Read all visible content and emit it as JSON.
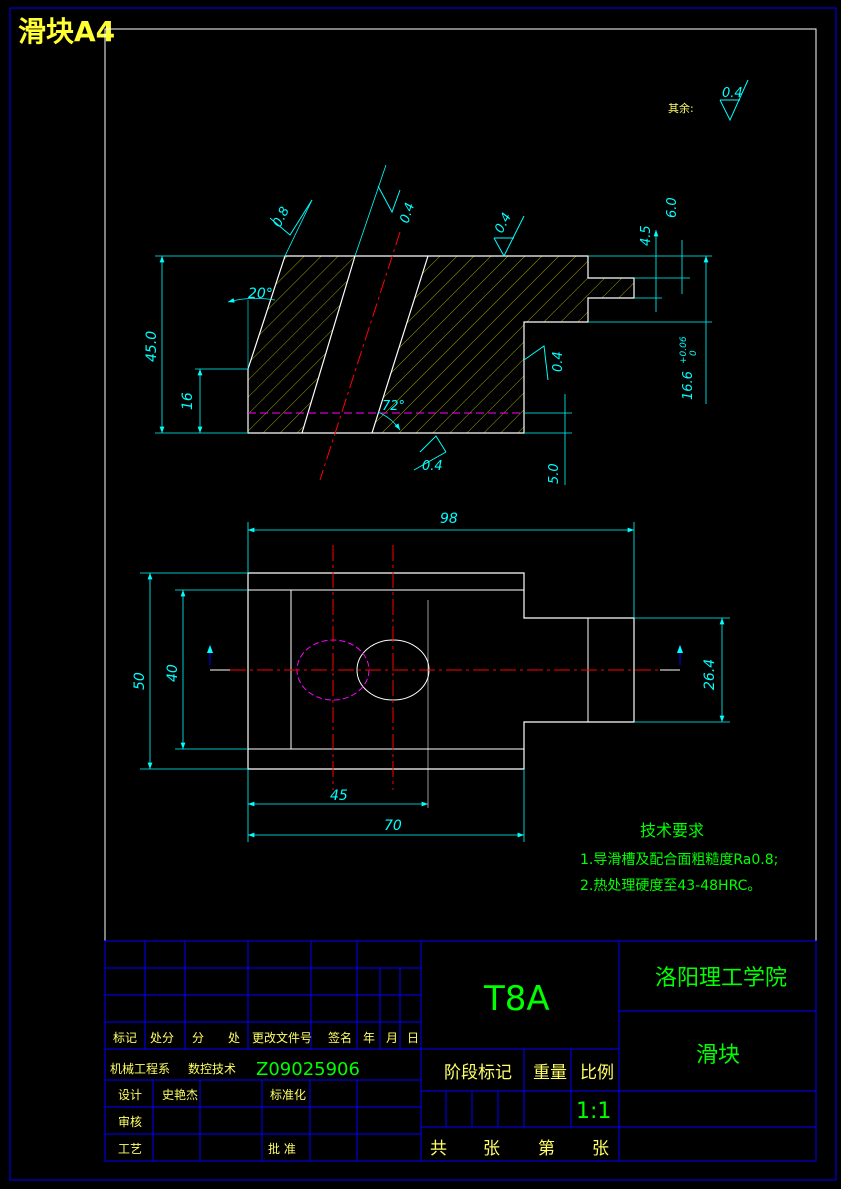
{
  "sheet_title": "滑块A4",
  "surface_finish": {
    "general_label": "其余:",
    "general_value": "0.4",
    "top_left": "0.8",
    "slot": "0.4",
    "top_right": "0.4",
    "step": "0.4",
    "bottom": "0.4"
  },
  "front_view": {
    "angle_top": "20°",
    "angle_slot": "72°",
    "dim_height": "45.0",
    "dim_16": "16",
    "dim_4_5": "4.5",
    "dim_6_0": "6.0",
    "dim_16_6": "16.6",
    "dim_16_6_tol_upper": "+0.06",
    "dim_16_6_tol_lower": "0",
    "dim_5_0": "5.0"
  },
  "top_view": {
    "dim_98": "98",
    "dim_50": "50",
    "dim_40": "40",
    "dim_26_4": "26.4",
    "dim_45": "45",
    "dim_70": "70"
  },
  "tech_requirements": {
    "heading": "技术要求",
    "item1": "1.导滑槽及配合面粗糙度Ra0.8;",
    "item2": "2.热处理硬度至43-48HRC。"
  },
  "title_block": {
    "material": "T8A",
    "school": "洛阳理工学院",
    "part_name": "滑块",
    "rev_labels": [
      "标记",
      "处分",
      "分",
      "处",
      "更改文件号",
      "签名",
      "年",
      "月",
      "日"
    ],
    "dept": "机械工程系",
    "major": "数控技术",
    "student_id": "Z09025906",
    "design_label": "设计",
    "designer": "史艳杰",
    "standard_label": "标准化",
    "review_label": "审核",
    "process_label": "工艺",
    "approve_label": "批 准",
    "stage_label": "阶段标记",
    "weight_label": "重量",
    "scale_label": "比例",
    "scale_value": "1:1",
    "total_label": "共",
    "sheets_label": "张",
    "sheet_no_label": "第",
    "sheet_no_suffix": "张"
  },
  "colors": {
    "frame": "#0000ff",
    "outline": "#ffffff",
    "dimension": "#00ffff",
    "centerline": "#ff0000",
    "hatch": "#ffff00",
    "hidden": "#ff00ff",
    "text_green": "#00ff00",
    "title": "#ffff33"
  }
}
